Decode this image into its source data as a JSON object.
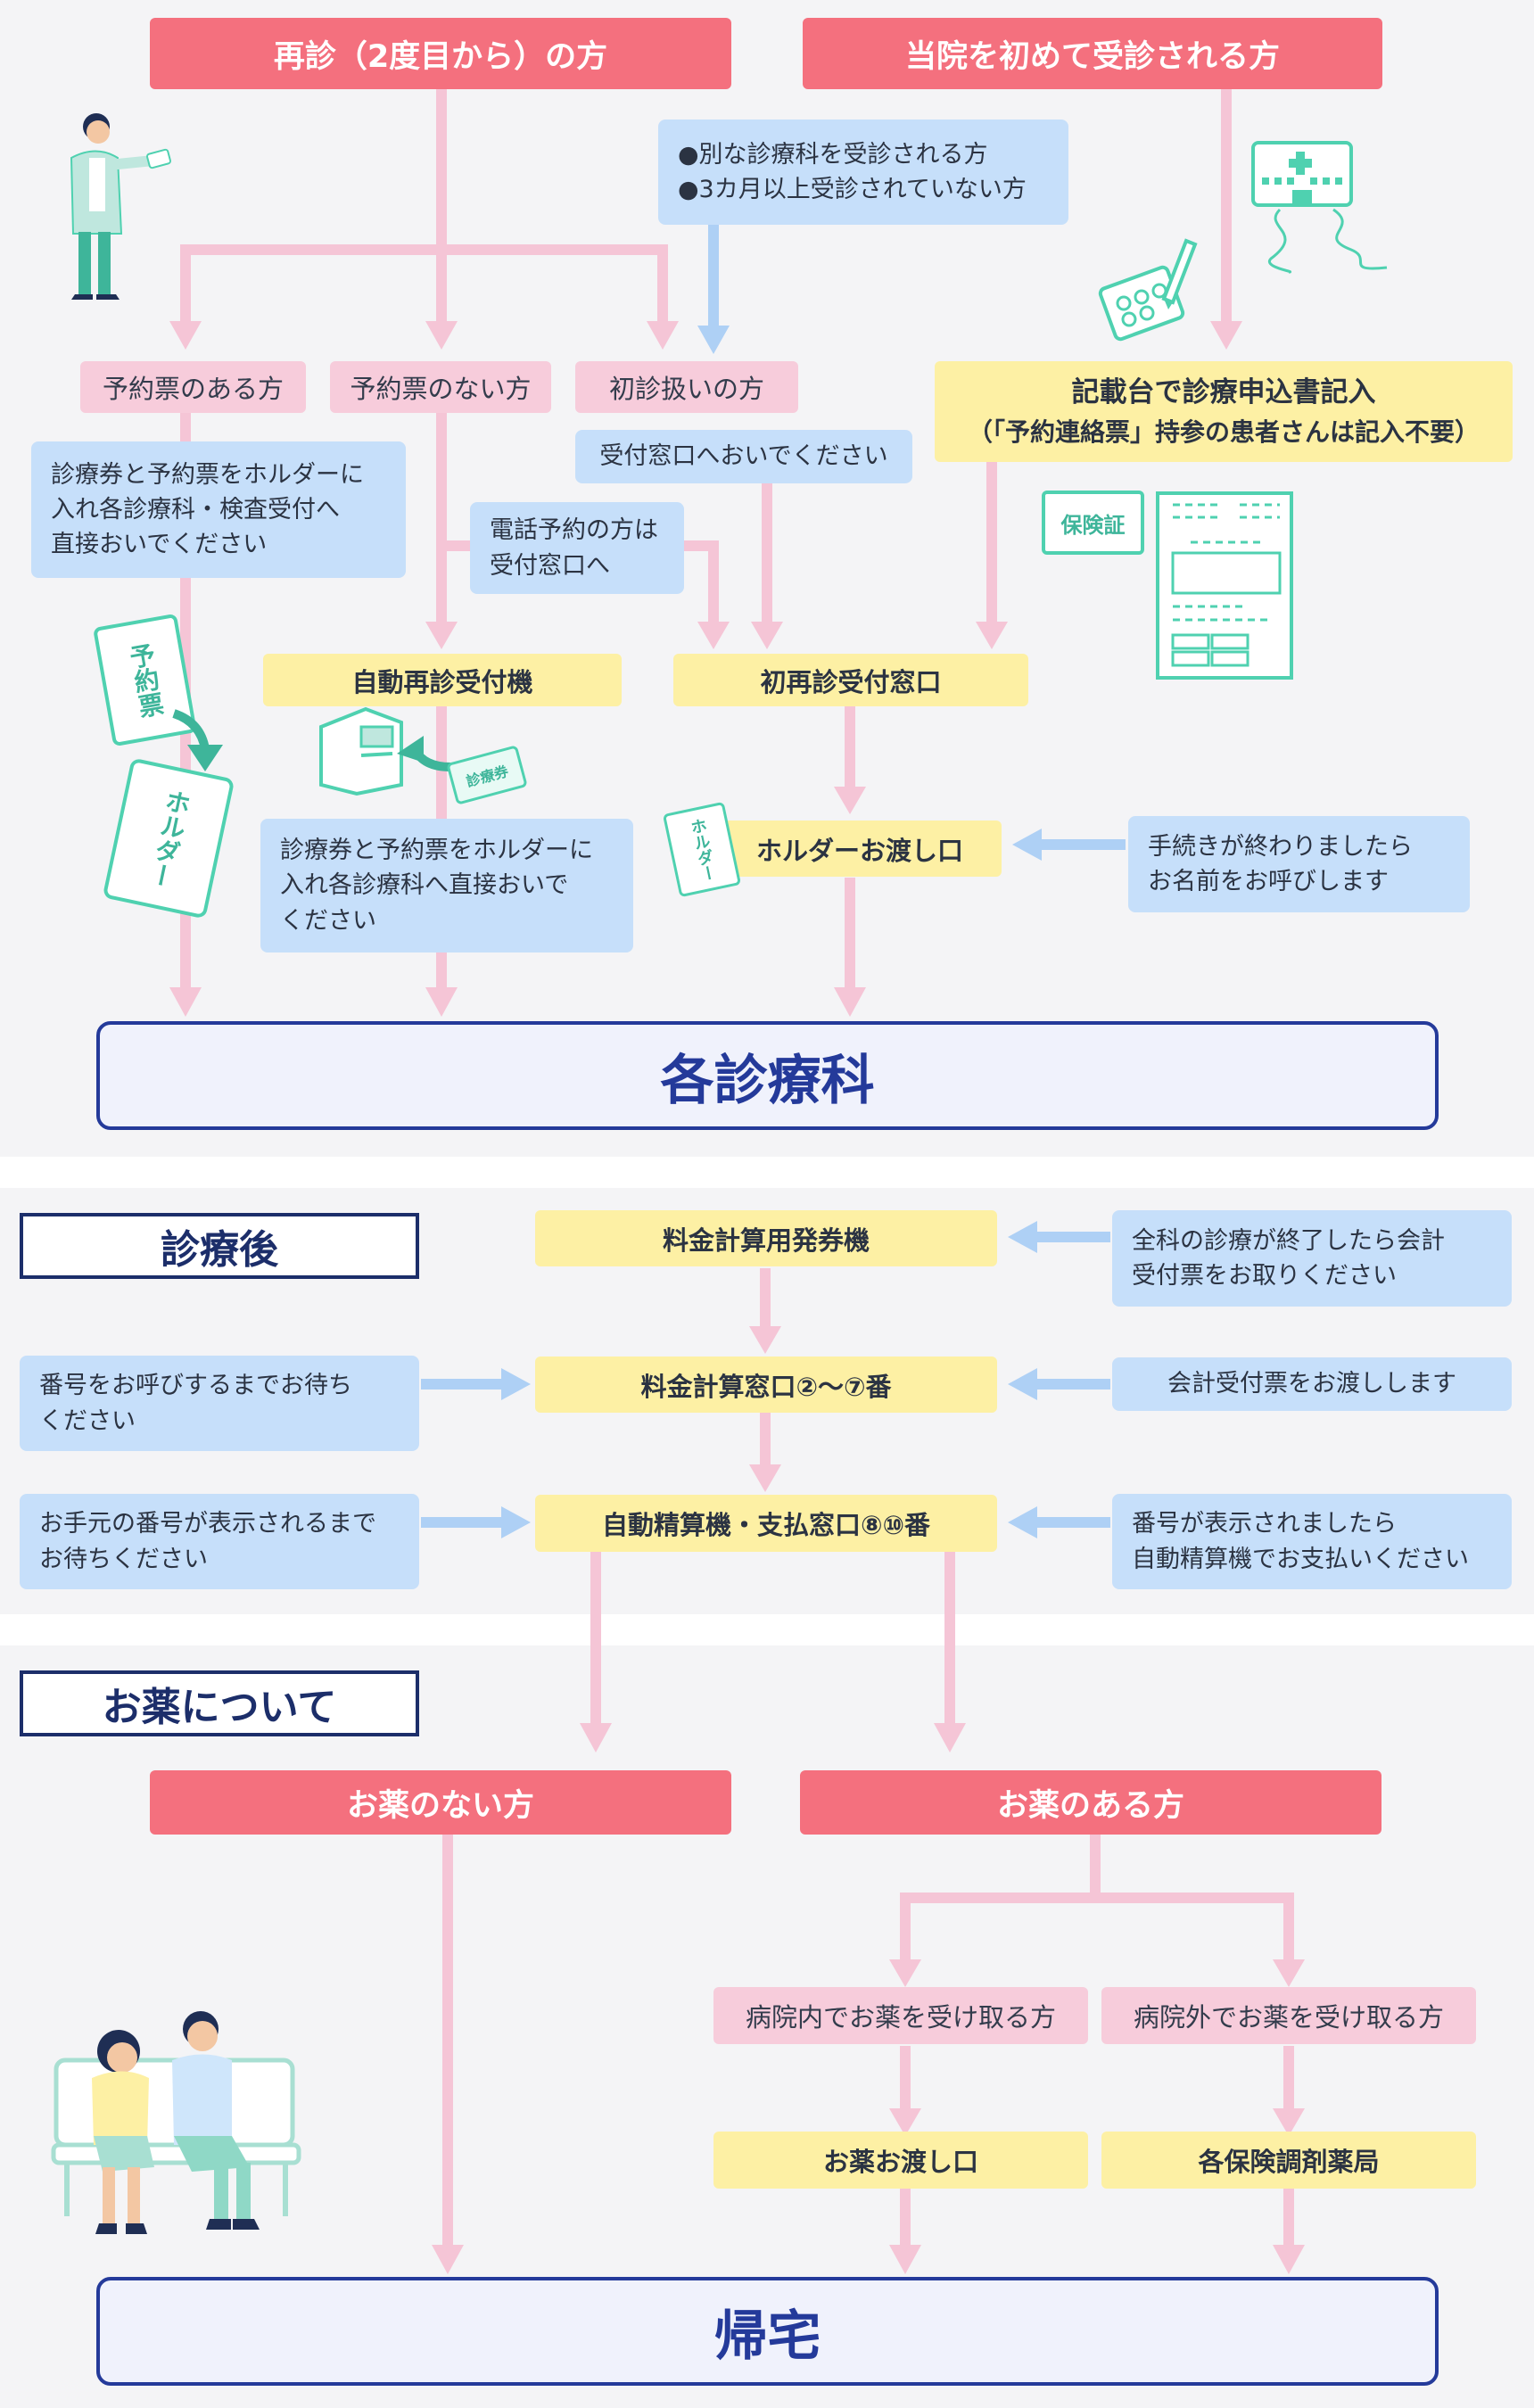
{
  "top": {
    "revisit_label": "再診（2度目から）の方",
    "first_visit_label": "当院を初めて受診される方",
    "first_visit_conditions": [
      "●別な診療科を受診される方",
      "●3カ月以上受診されていない方"
    ],
    "with_reservation": "予約票のある方",
    "without_reservation": "予約票のない方",
    "first_treatment": "初診扱いの方",
    "with_reservation_note": [
      "診療券と予約票をホルダーに",
      "入れ各診療科・検査受付へ",
      "直接おいでください"
    ],
    "reception_note": "受付窓口へおいでください",
    "phone_note": [
      "電話予約の方は",
      "受付窓口へ"
    ],
    "form_desk_title": "記載台で診療申込書記入",
    "form_desk_note": "（「予約連絡票」持参の患者さんは記入不要）",
    "auto_machine": "自動再診受付機",
    "reception_window": "初再診受付窓口",
    "auto_machine_note": [
      "診療券と予約票をホルダーに",
      "入れ各診療科へ直接おいで",
      "ください"
    ],
    "holder_window": "ホルダーお渡し口",
    "holder_note": [
      "手続きが終わりましたら",
      "お名前をお呼びします"
    ],
    "departments": "各診療科"
  },
  "icons": {
    "reservation_card_text": "予約票",
    "holder_text": "ホルダー",
    "card_text": "診療券",
    "insurance_card_text": "保険証",
    "holder_small_text": "ホルダー"
  },
  "after": {
    "section_title": "診療後",
    "ticket_machine": "料金計算用発券機",
    "ticket_note": [
      "全科の診療が終了したら会計",
      "受付票をお取りください"
    ],
    "billing_window": "料金計算窓口②〜⑦番",
    "billing_left_note": [
      "番号をお呼びするまでお待ち",
      "ください"
    ],
    "billing_right_note": "会計受付票をお渡しします",
    "payment_window": "自動精算機・支払窓口⑧⑩番",
    "payment_left_note": [
      "お手元の番号が表示されるまで",
      "お待ちください"
    ],
    "payment_right_note": [
      "番号が表示されましたら",
      "自動精算機でお支払いください"
    ]
  },
  "medicine": {
    "section_title": "お薬について",
    "no_medicine": "お薬のない方",
    "with_medicine": "お薬のある方",
    "in_hospital": "病院内でお薬を受け取る方",
    "outside_hospital": "病院外でお薬を受け取る方",
    "medicine_window": "お薬お渡し口",
    "pharmacy": "各保険調剤薬局",
    "home": "帰宅"
  },
  "colors": {
    "header_red": "#f4707e",
    "pink": "#f7ccdb",
    "yellow": "#fdf0a4",
    "blue": "#c6dffa",
    "navy": "#243a9a",
    "teal": "#4fd1b0",
    "arrow_blue": "#aed0f5"
  }
}
